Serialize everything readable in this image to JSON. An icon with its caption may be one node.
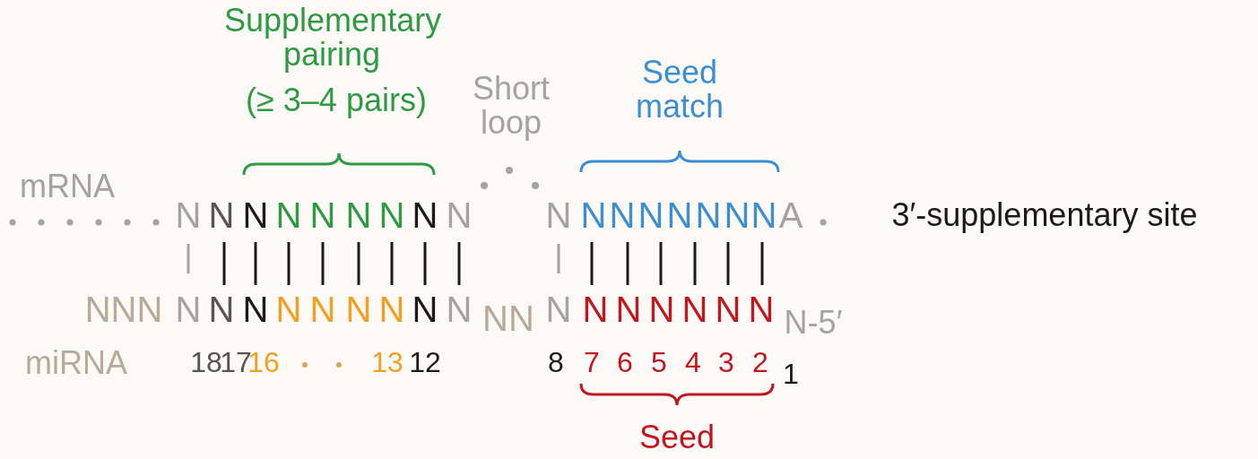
{
  "diagram": {
    "labels": [
      "Supplementary pairing",
      "(≥ 3–4 pairs)",
      "Short loop",
      "Seed match",
      "mRNA",
      "N",
      "N",
      "N",
      "N",
      "N",
      "N",
      "N",
      "N",
      "N",
      "N",
      "N",
      "N",
      "N",
      "N",
      "N",
      "N",
      "N",
      "A",
      "3′-supplementary site",
      "NNN",
      "N",
      "N",
      "N",
      "N",
      "N",
      "N",
      "N",
      "N",
      "N",
      "NN",
      "N",
      "N",
      "N",
      "N",
      "N",
      "N",
      "N",
      "N-5′",
      "miRNA",
      "18",
      "17",
      "16",
      "13",
      "12",
      "8",
      "7",
      "6",
      "5",
      "4",
      "3",
      "2",
      "1",
      "Seed"
    ]
  }
}
